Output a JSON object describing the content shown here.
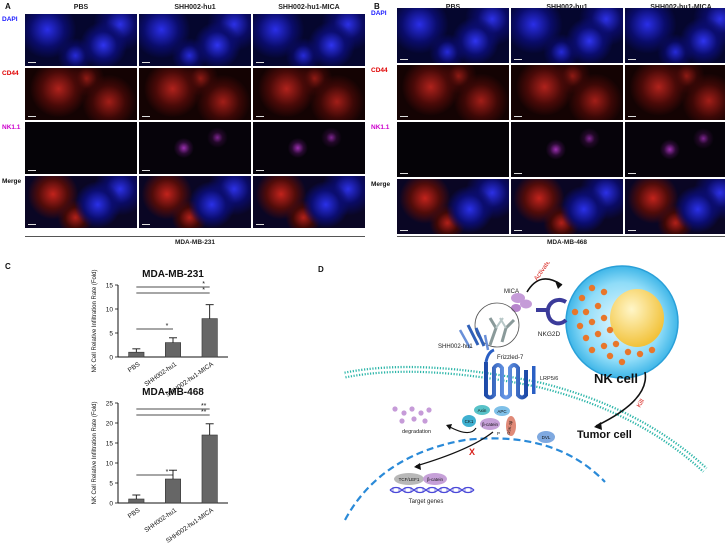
{
  "panels": {
    "A": {
      "label": "A",
      "columns": [
        "PBS",
        "SHH002-hu1",
        "SHH002-hu1-MICA"
      ],
      "rows": [
        {
          "label": "DAPI",
          "color": "#1a1aff"
        },
        {
          "label": "CD44",
          "color": "#e00000"
        },
        {
          "label": "NK1.1",
          "color": "#cc00cc"
        },
        {
          "label": "Merge",
          "color": "#111111"
        }
      ],
      "caption": "MDA-MB-231"
    },
    "B": {
      "label": "B",
      "columns": [
        "PBS",
        "SHH002-hu1",
        "SHH002-hu1-MICA"
      ],
      "rows": [
        {
          "label": "DAPI",
          "color": "#1a1aff"
        },
        {
          "label": "CD44",
          "color": "#e00000"
        },
        {
          "label": "NK1.1",
          "color": "#cc00cc"
        },
        {
          "label": "Merge",
          "color": "#111111"
        }
      ],
      "caption": "MDA-MB-468"
    },
    "C": {
      "label": "C"
    },
    "D": {
      "label": "D"
    }
  },
  "chart_data": [
    {
      "type": "bar",
      "title": "MDA-MB-231",
      "categories": [
        "PBS",
        "SHH002-hu1",
        "SHH002-hu1-MICA"
      ],
      "values": [
        1.0,
        3.0,
        8.0
      ],
      "errors": [
        0.7,
        1.0,
        2.9
      ],
      "ylabel": "NK Cell Relative Infiltration Rate (Fold)",
      "ylim": [
        0,
        15
      ],
      "yticks": [
        "0",
        "5",
        "10",
        "15"
      ],
      "significance": [
        "*",
        "*",
        "*"
      ],
      "bar_color": "#666666"
    },
    {
      "type": "bar",
      "title": "MDA-MB-468",
      "categories": [
        "PBS",
        "SHH002-hu1",
        "SHH002-hu1-MICA"
      ],
      "values": [
        1.0,
        6.0,
        17.0
      ],
      "errors": [
        1.0,
        2.2,
        2.8
      ],
      "ylabel": "NK Cell Relative Infiltration Rate (Fold)",
      "ylim": [
        0,
        25
      ],
      "yticks": [
        "0",
        "5",
        "10",
        "15",
        "20",
        "25"
      ],
      "significance": [
        "*",
        "**",
        "**"
      ],
      "bar_color": "#666666"
    }
  ],
  "diagram": {
    "labels": {
      "mica": "MICA",
      "activated": "Activated",
      "nkg2d": "NKG2D",
      "nk_cell": "NK cell",
      "kill": "Kill",
      "shh": "SHH002-hu1",
      "frizzled": "Frizzled-7",
      "lrp": "LRP5/6",
      "axin": "Axin",
      "apc": "APC",
      "ck1": "CK1",
      "bcat": "β-catein",
      "gsk": "GSK-3β",
      "p": "P",
      "degradation": "degradation",
      "dvl": "DVL",
      "tumor_cell": "Tumor cell",
      "tcf": "TCF/LEF1",
      "bcat2": "β-catein",
      "x_mark": "X",
      "target_genes": "Target genes"
    },
    "colors": {
      "membrane": "#2bb5a8",
      "receptor": "#2a5fc4",
      "nk_outer": "#3fb6e8",
      "nucleus": "#f2c23a",
      "granule": "#e8762a",
      "nkg2d": "#3b3b9a",
      "mica": "#c59bd8",
      "nuclear_envelope": "#2a8ad8",
      "dna": "#4a48d8",
      "red": "#d8201a"
    }
  }
}
